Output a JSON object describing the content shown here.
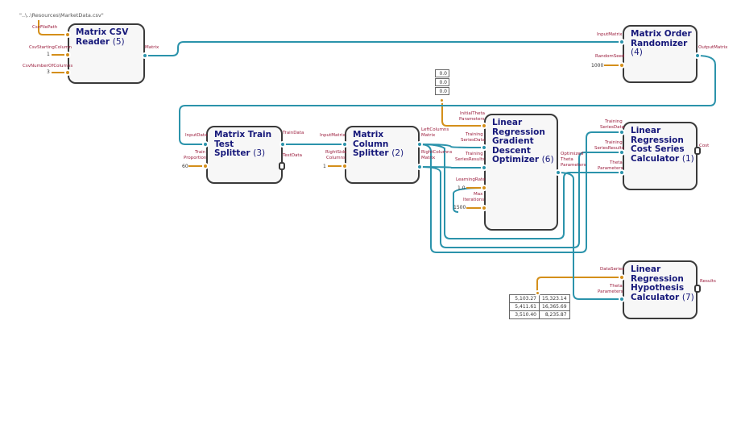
{
  "file_path": "\"..\\..\\Resources\\MarketData.csv\"",
  "nodes": {
    "csv_reader": {
      "title_line1": "Matrix CSV",
      "title_line2": "Reader",
      "num": "(5)",
      "inputs": [
        "CsvFilePath",
        "CsvStartingColumn",
        "CsvNumberOfColumns"
      ],
      "input_values": [
        "1",
        "3"
      ],
      "output": "Matrix"
    },
    "order_randomizer": {
      "title_line1": "Matrix Order",
      "title_line2": "Randomizer",
      "num": "(4)",
      "inputs": [
        "InputMatrix",
        "RandomSeed"
      ],
      "seed_value": "1000",
      "output": "OutputMatrix"
    },
    "train_test_splitter": {
      "title_line1": "Matrix Train Test",
      "title_line2": "Splitter",
      "num": "(3)",
      "inputs": [
        "InputData",
        "Train",
        "Proportion"
      ],
      "proportion_value": "60",
      "outputs": [
        "TrainData",
        "TestData"
      ]
    },
    "column_splitter": {
      "title_line1": "Matrix Column",
      "title_line2": "Splitter",
      "num": "(2)",
      "inputs": [
        "InputMatrix",
        "RightSide",
        "Columns"
      ],
      "columns_value": "1",
      "outputs": [
        "LeftColumns",
        "Matrix",
        "RightColumns",
        "Matrix"
      ]
    },
    "gradient_descent": {
      "title_line1": "Linear Regression",
      "title_line2": "Gradient Descent",
      "title_line3": "Optimizer",
      "num": "(6)",
      "inputs": [
        "InitialTheta",
        "Parameters",
        "Training",
        "SeriesData",
        "Training",
        "SeriesResults",
        "LearningRate",
        "Max",
        "Iterations"
      ],
      "learning_rate": "1.0",
      "max_iterations": "1500",
      "outputs": [
        "Optimized",
        "Theta",
        "Parameters"
      ]
    },
    "cost_series": {
      "title_line1": "Linear Regression",
      "title_line2": "Cost Series",
      "title_line3": "Calculator",
      "num": "(1)",
      "inputs": [
        "Training",
        "SeriesData",
        "Training",
        "SeriesResults",
        "Theta",
        "Parameters"
      ],
      "output": "Cost"
    },
    "hypothesis": {
      "title_line1": "Linear Regression",
      "title_line2": "Hypothesis",
      "title_line3": "Calculator",
      "num": "(7)",
      "inputs": [
        "DataSeries",
        "Theta",
        "Parameters"
      ],
      "output": "Results"
    }
  },
  "theta_values": [
    "0.0",
    "0.0",
    "0.0"
  ],
  "results_table": [
    [
      "5,103.27",
      "15,323.14"
    ],
    [
      "5,411.61",
      "16,365.69"
    ],
    [
      "3,510.40",
      "8,235.87"
    ]
  ],
  "colors": {
    "data_wire": "#2b93ab",
    "value_wire": "#d48f1a",
    "title": "#16187a",
    "port_label": "#9a1b3b"
  }
}
